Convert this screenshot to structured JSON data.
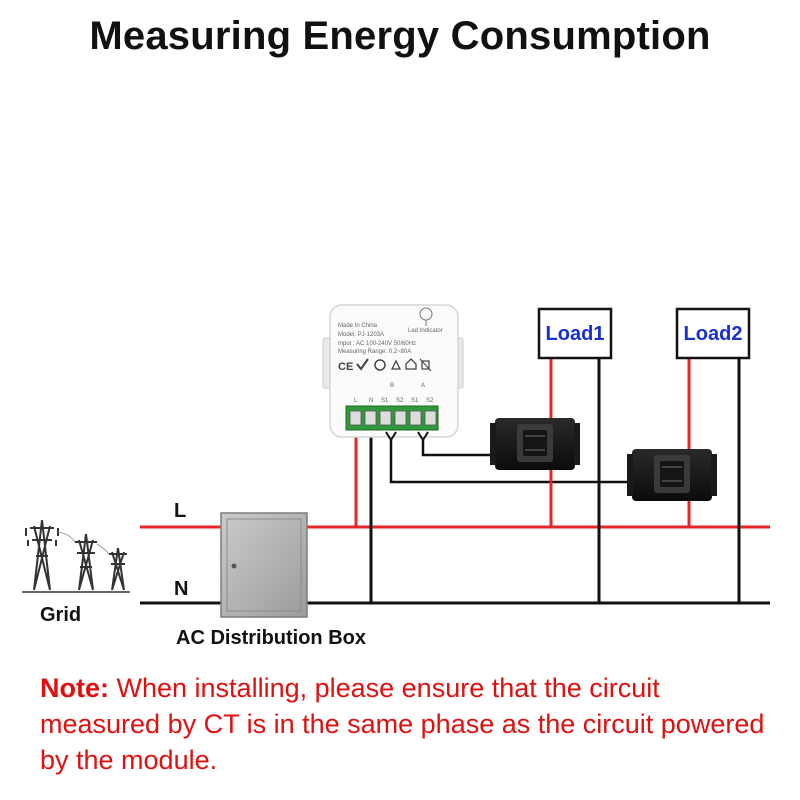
{
  "title": "Measuring  Energy Consumption",
  "labels": {
    "line": "L",
    "neutral": "N",
    "grid": "Grid",
    "distribution_box": "AC Distribution Box",
    "load1": "Load1",
    "load2": "Load2"
  },
  "module": {
    "made_in": "Made In China",
    "model": "Model: PJ-1203A",
    "input": "Input : AC 100-240V 50/60Hz",
    "range": "Measuring Range: 0.2~80A",
    "led": "Led Indicator",
    "terminals": [
      "L",
      "N",
      "S1",
      "S2",
      "S1",
      "S2"
    ],
    "group_b": "B",
    "group_a": "A"
  },
  "note": {
    "head": "Note:",
    "body": " When installing, please ensure that the circuit measured by CT is in the same phase as the circuit powered by the module."
  },
  "colors": {
    "live": "#e8262a",
    "neutral": "#111111",
    "load_text": "#1a2fd0",
    "note": "#e01010"
  },
  "icons": [
    "power-tower-icon",
    "ce-mark-icon",
    "check-mark-icon",
    "rohs-icon",
    "recycle-icon",
    "home-icon",
    "weee-bin-icon"
  ]
}
